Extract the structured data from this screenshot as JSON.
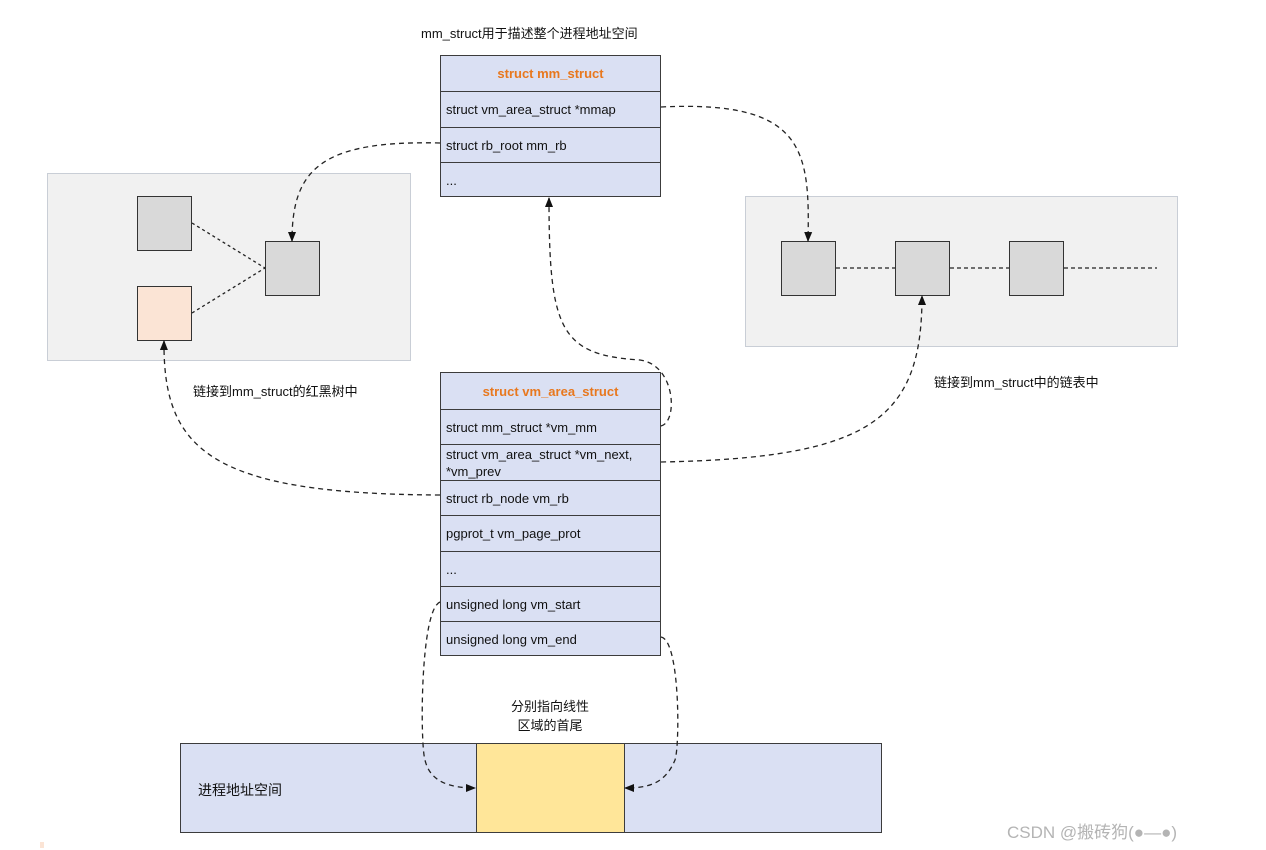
{
  "top_caption": "mm_struct用于描述整个进程地址空间",
  "mm_struct": {
    "rows": [
      "struct mm_struct",
      "struct vm_area_struct *mmap",
      "struct rb_root mm_rb",
      "..."
    ]
  },
  "vm_area_struct": {
    "rows": [
      "struct vm_area_struct",
      "struct mm_struct *vm_mm",
      "struct vm_area_struct *vm_next, *vm_prev",
      "struct rb_node vm_rb",
      "pgprot_t vm_page_prot",
      "...",
      "unsigned long vm_start",
      "unsigned long vm_end"
    ]
  },
  "rbtree_caption": "链接到mm_struct的红黑树中",
  "list_caption": "链接到mm_struct中的链表中",
  "region_caption": "分别指向线性\n区域的首尾",
  "address_space_label": "进程地址空间",
  "watermark": "CSDN @搬砖狗(●—●)",
  "colors": {
    "struct_fill": "#dae0f3",
    "title_text": "#e8781e",
    "node_fill": "#d9d9d9",
    "highlight_node_fill": "#fbe4d5",
    "region_fill": "#ffe699",
    "panel_fill": "#f1f1f1"
  }
}
